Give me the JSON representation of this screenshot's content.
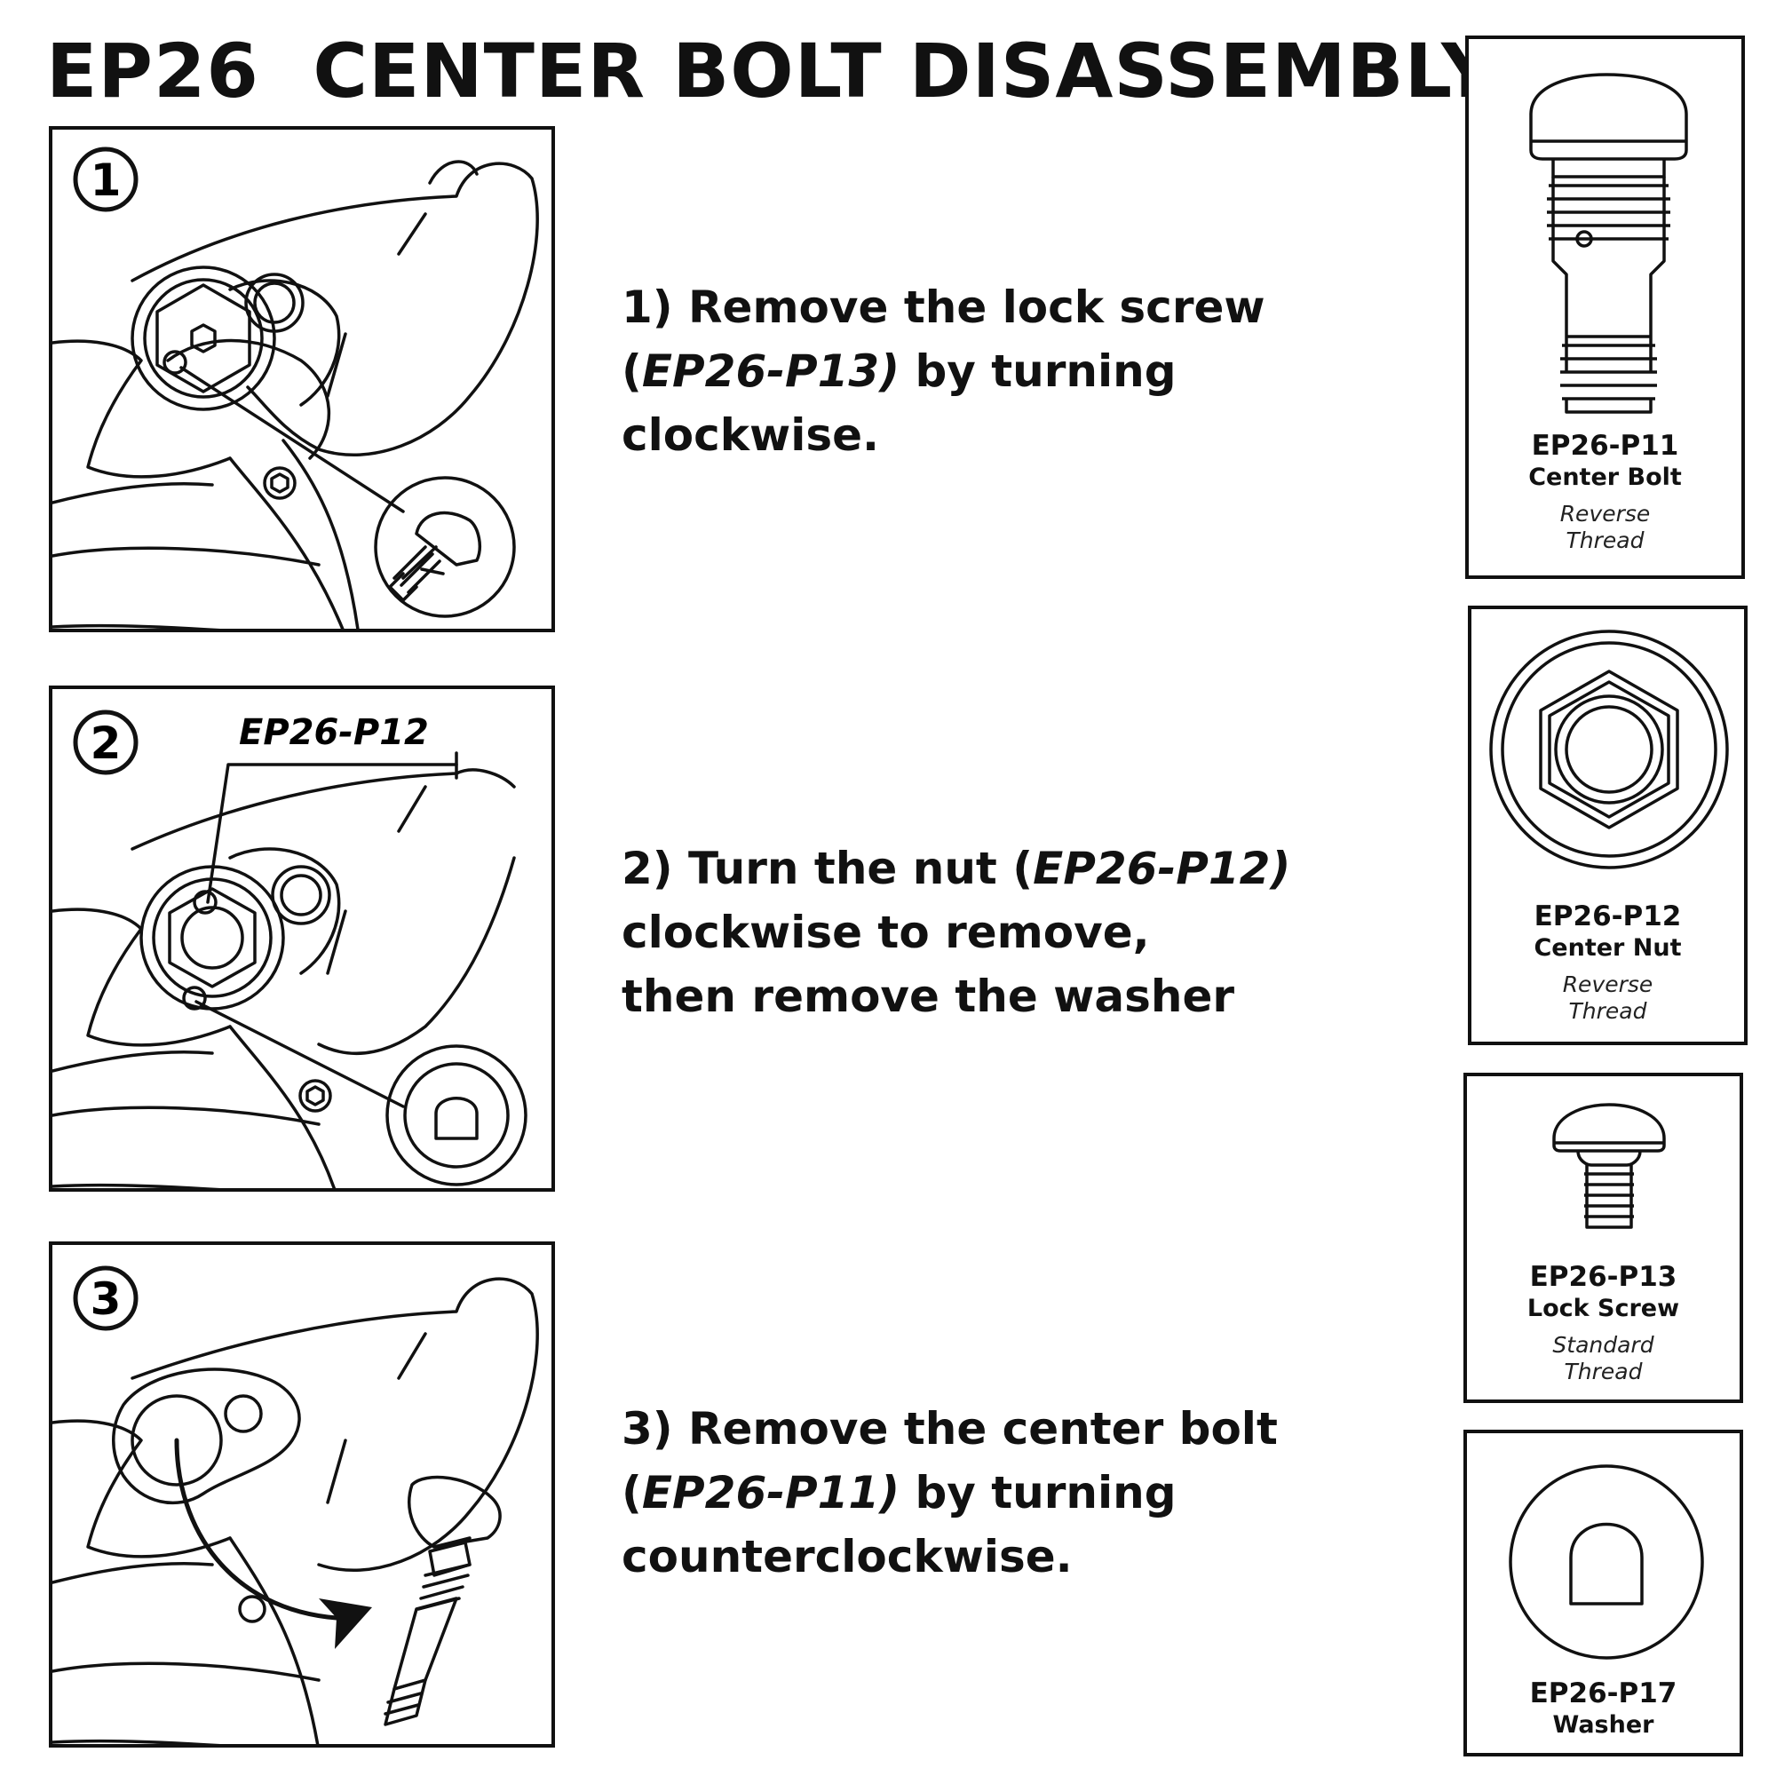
{
  "title": "EP26  CENTER BOLT DISASSEMBLY",
  "steps": [
    {
      "number": "1",
      "lines": [
        {
          "a": "1)  Remove the lock screw",
          "b": "",
          "c": ""
        },
        {
          "a": " (",
          "b": "EP26-P13)",
          "c": " by turning"
        },
        {
          "a": " clockwise.",
          "b": "",
          "c": ""
        }
      ]
    },
    {
      "number": "2",
      "label": "EP26-P12",
      "lines": [
        {
          "a": "2) Turn the nut (",
          "b": "EP26-P12)",
          "c": ""
        },
        {
          "a": "clockwise to remove,",
          "b": "",
          "c": ""
        },
        {
          "a": "then remove the washer",
          "b": "",
          "c": ""
        }
      ]
    },
    {
      "number": "3",
      "lines": [
        {
          "a": "3) Remove the center bolt",
          "b": "",
          "c": ""
        },
        {
          "a": "(",
          "b": "EP26-P11)",
          "c": " by turning"
        },
        {
          "a": "counterclockwise.",
          "b": "",
          "c": ""
        }
      ]
    }
  ],
  "parts": [
    {
      "code": "EP26-P11",
      "name": "Center Bolt",
      "note1": "Reverse",
      "note2": "Thread",
      "icon": "center-bolt-icon"
    },
    {
      "code": "EP26-P12",
      "name": "Center Nut",
      "note1": "Reverse",
      "note2": "Thread",
      "icon": "center-nut-icon"
    },
    {
      "code": "EP26-P13",
      "name": "Lock Screw",
      "note1": "Standard",
      "note2": "Thread",
      "icon": "lock-screw-icon"
    },
    {
      "code": "EP26-P17",
      "name": "Washer",
      "icon": "washer-icon"
    }
  ]
}
